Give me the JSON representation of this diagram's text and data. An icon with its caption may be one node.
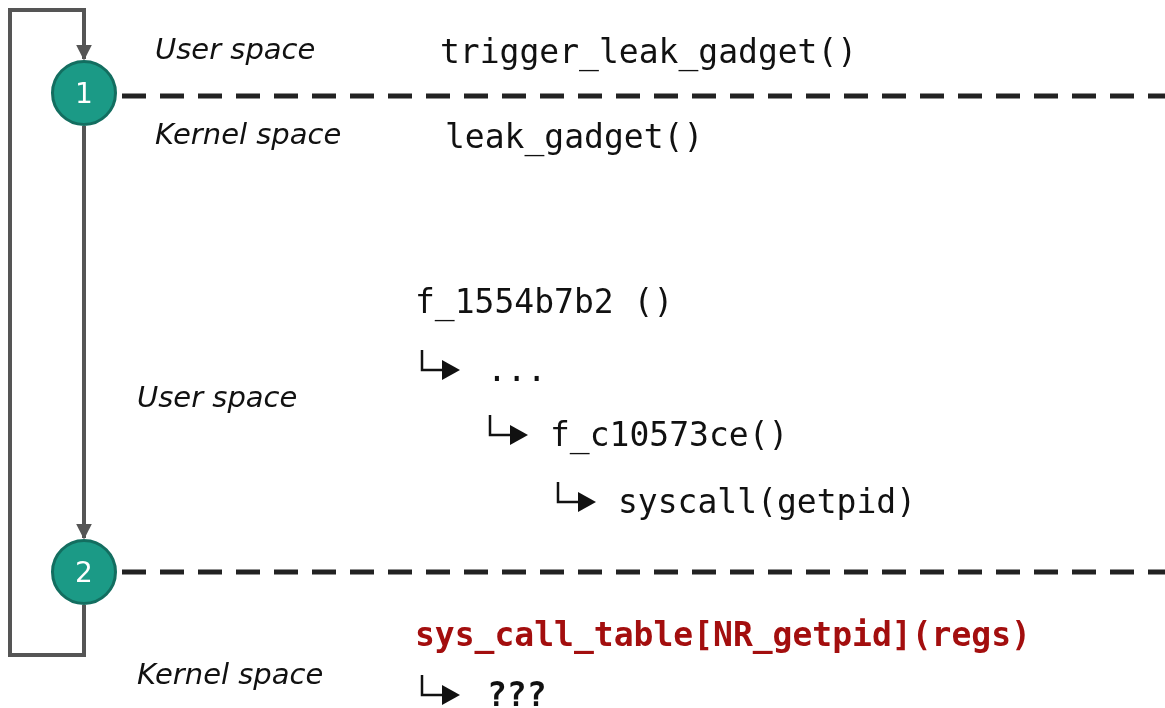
{
  "diagram": {
    "nodes": [
      {
        "text": [
          "1"
        ]
      },
      {
        "text": [
          "2"
        ]
      }
    ],
    "edges": [
      {
        "from": 0,
        "to": 1,
        "arrow": "to"
      },
      {
        "from": 1,
        "to": 0,
        "arrow": "to"
      }
    ],
    "labels": [
      "User space",
      "trigger_leak_gadget()",
      "Kernel space",
      "leak_gadget()",
      "f_1554b7b2 ()",
      "...",
      "User space",
      "f_c10573ce()",
      "syscall(getpid)",
      "sys_call_table[NR_getpid](regs)",
      "Kernel space",
      "???"
    ]
  }
}
